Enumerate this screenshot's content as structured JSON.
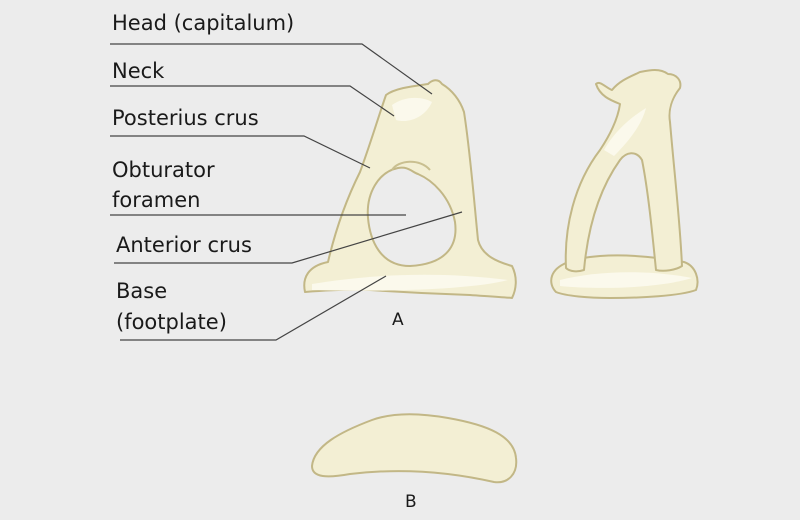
{
  "labels": {
    "head": "Head (capitalum)",
    "neck": "Neck",
    "posterior_crus": "Posterius crus",
    "obturator_line1": "Obturator",
    "obturator_line2": "foramen",
    "anterior_crus": "Anterior crus",
    "base_line1": "Base",
    "base_line2": "(footplate)"
  },
  "figures": {
    "a": "A",
    "b": "B"
  },
  "colors": {
    "bone_fill": "#f3efd4",
    "bone_outline": "#c2b786",
    "bone_highlight": "#fbf9ec",
    "leader_line": "#444444",
    "background": "#ececec"
  }
}
